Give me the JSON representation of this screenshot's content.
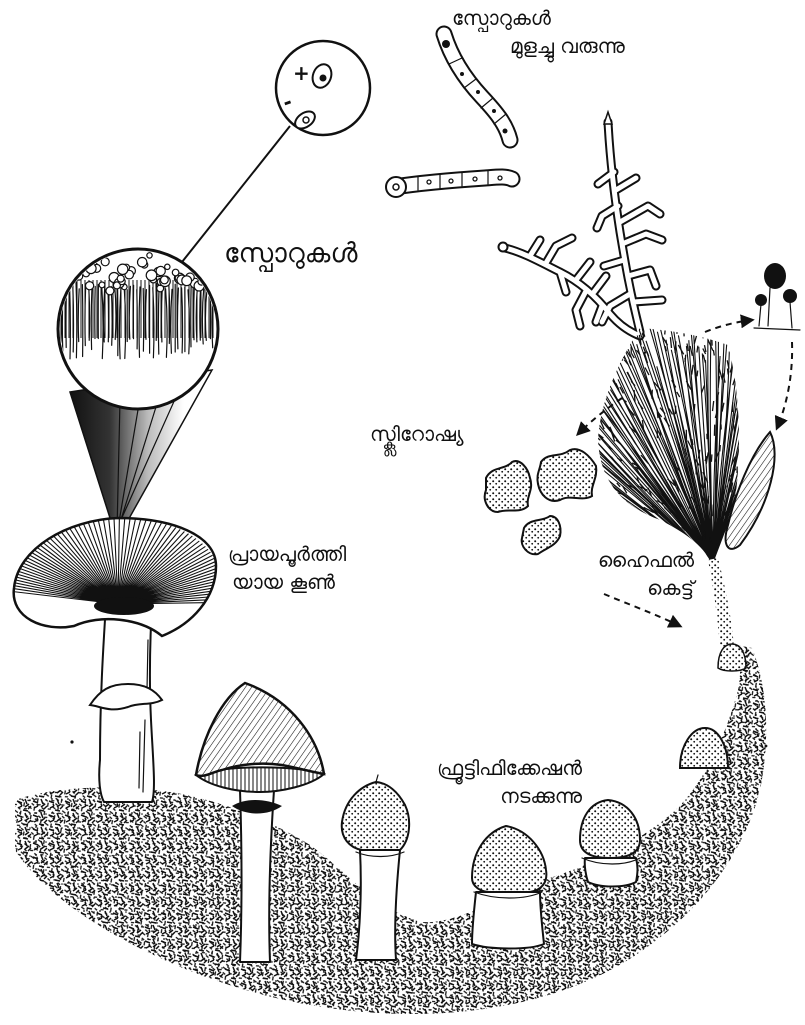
{
  "labels": {
    "spores_germinate": {
      "line1": "സ്പോറുകൾ",
      "line2": "മുളച്ചു വരുന്നു"
    },
    "spores": "സ്പോറുകൾ",
    "sclerotia": "സ്ക്ലിറോഷ്യ",
    "mature_mushroom": {
      "line1": "പ്രായപൂർത്തി",
      "line2": "യായ കൂൺ"
    },
    "hyphal_knot": {
      "line1": "ഹൈഫൽ",
      "line2": "കെട്ട്"
    },
    "fructification": {
      "line1": "ഫ്രൂട്ടിഫിക്കേഷൻ",
      "line2": "നടക്കുന്നു"
    }
  },
  "magnified_spores": {
    "plus_sign": "+",
    "minus_sign": "-"
  },
  "colors": {
    "ink": "#111111",
    "paper": "#ffffff"
  }
}
